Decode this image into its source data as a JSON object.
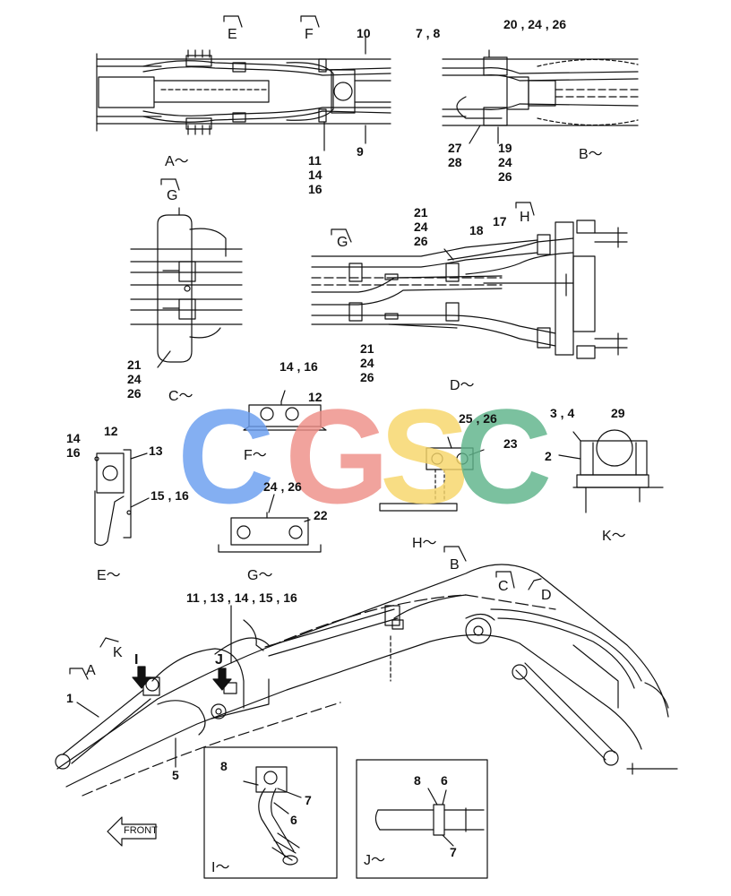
{
  "watermark": {
    "letters": [
      {
        "char": "C",
        "color": "#6a9ef0"
      },
      {
        "char": "G",
        "color": "#ef8f88"
      },
      {
        "char": "S",
        "color": "#f7d66a"
      },
      {
        "char": "C",
        "color": "#5fb48a"
      }
    ]
  },
  "sections": {
    "E_top": "E",
    "F_top": "F",
    "G_top": "G",
    "H_top": "H",
    "G_mid": "G",
    "A": "A",
    "K": "K",
    "I": "I",
    "J": "J",
    "B": "B",
    "C": "C",
    "D": "D"
  },
  "views": {
    "A": "A～",
    "B": "B～",
    "C": "C～",
    "D": "D～",
    "E": "E～",
    "F": "F～",
    "G": "G～",
    "H": "H～",
    "K": "K～",
    "I": "I～",
    "J": "J～"
  },
  "labels": {
    "a10": "10",
    "a9": "9",
    "a11": "11",
    "a14": "14",
    "a16": "16",
    "b78": "7 , 8",
    "b202426": "20 , 24 , 26",
    "b27": "27",
    "b28": "28",
    "b19": "19",
    "b24": "24",
    "b26": "26",
    "c21": "21",
    "c24": "24",
    "c26": "26",
    "d21a": "21",
    "d24a": "24",
    "d26a": "26",
    "d18": "18",
    "d17": "17",
    "d21b": "21",
    "d24b": "24",
    "d26b": "26",
    "f1416": "14 , 16",
    "f12": "12",
    "e14": "14",
    "e16": "16",
    "e12": "12",
    "e13": "13",
    "e1516": "15 , 16",
    "g2426": "24 , 26",
    "g22": "22",
    "h2526": "25 , 26",
    "h23": "23",
    "k34": "3 , 4",
    "k29": "29",
    "k2": "2",
    "m1113": "11 , 13 , 14 , 15 , 16",
    "m1": "1",
    "m5": "5",
    "i8": "8",
    "i7": "7",
    "i6": "6",
    "j8": "8",
    "j6": "6",
    "j7": "7"
  },
  "front_label": "FRONT"
}
